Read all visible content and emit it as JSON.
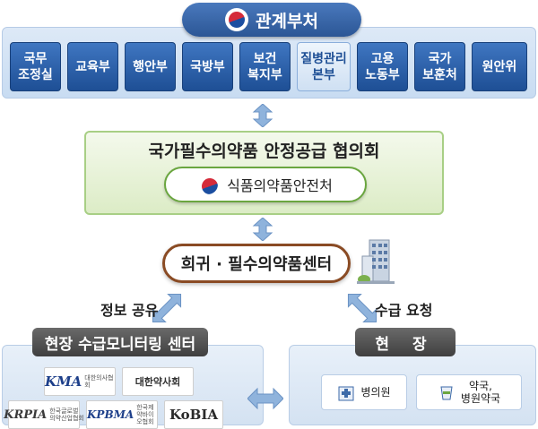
{
  "header": {
    "title": "관계부처",
    "icon": "korea-emblem-icon"
  },
  "ministries": [
    {
      "label": "국무\n조정실",
      "style": "blue"
    },
    {
      "label": "교육부",
      "style": "blue"
    },
    {
      "label": "행안부",
      "style": "blue"
    },
    {
      "label": "국방부",
      "style": "blue"
    },
    {
      "label": "보건\n복지부",
      "style": "blue"
    },
    {
      "label": "질병관리\n본부",
      "style": "light"
    },
    {
      "label": "고용\n노동부",
      "style": "blue"
    },
    {
      "label": "국가\n보훈처",
      "style": "blue"
    },
    {
      "label": "원안위",
      "style": "blue"
    }
  ],
  "council": {
    "title": "국가필수의약품 안정공급 협의회",
    "agency": "식품의약품안전처"
  },
  "center": {
    "label": "희귀 · 필수의약품센터",
    "icon": "building-icon"
  },
  "left_arrow_label": "정보 공유",
  "right_arrow_label": "수급 요청",
  "monitoring": {
    "title": "현장 수급모니터링 센터",
    "logos": [
      {
        "name": "KMA",
        "sub": "대한의사협회"
      },
      {
        "name": "대한약사회",
        "sub": ""
      },
      {
        "name": "KRPIA",
        "sub": "한국글로벌\n의약산업협회"
      },
      {
        "name": "KPBMA",
        "sub": "한국제약바이오협회"
      },
      {
        "name": "KoBIA",
        "sub": ""
      }
    ]
  },
  "site": {
    "title": "현 장",
    "cards": [
      {
        "label": "병의원",
        "icon": "hospital-icon"
      },
      {
        "label": "약국,\n병원약국",
        "icon": "pharmacy-icon"
      }
    ]
  },
  "colors": {
    "ministry_blue": "#2b5a9e",
    "council_green": "#a8cf85",
    "center_brown": "#8a4b24",
    "arrow_blue": "#8fb3dc"
  }
}
